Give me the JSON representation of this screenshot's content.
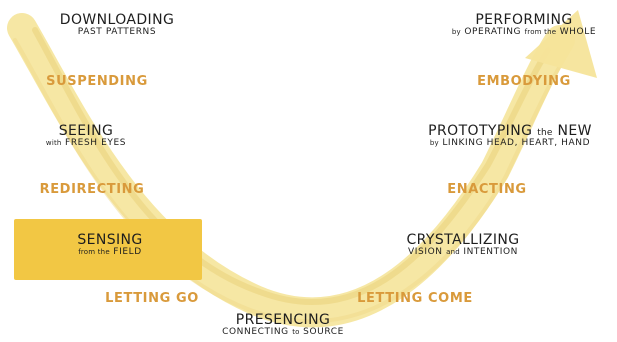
{
  "colors": {
    "arrow": "#f5e49a",
    "arrow_edge": "#e9d27a",
    "highlight": "#f2c744",
    "phase_text": "#d99a3b",
    "main_text": "#1e1e1e"
  },
  "stages": {
    "downloading": {
      "title": "DOWNLOADING",
      "subtitle": "PAST PATTERNS"
    },
    "seeing": {
      "title": "SEEING",
      "subtitle_small": "with",
      "subtitle": "FRESH EYES"
    },
    "sensing": {
      "title": "SENSING",
      "subtitle_small_1": "from the",
      "subtitle": "FIELD"
    },
    "presencing": {
      "title": "PRESENCING",
      "subtitle_1": "CONNECTING",
      "subtitle_small": "to",
      "subtitle_2": "SOURCE"
    },
    "crystallizing": {
      "title": "CRYSTALLIZING",
      "subtitle_1": "VISION",
      "subtitle_small": "and",
      "subtitle_2": "INTENTION"
    },
    "prototyping": {
      "title_1": "PROTOTYPING",
      "title_small": "the",
      "title_2": "NEW",
      "subtitle_small": "by",
      "subtitle": "LINKING HEAD, HEART, HAND"
    },
    "performing": {
      "title": "PERFORMING",
      "subtitle_small_1": "by",
      "subtitle_1": "OPERATING",
      "subtitle_small_2": "from the",
      "subtitle_2": "WHOLE"
    }
  },
  "phases": {
    "suspending": "SUSPENDING",
    "redirecting": "REDIRECTING",
    "letting_go": "LETTING GO",
    "letting_come": "LETTING COME",
    "enacting": "ENACTING",
    "embodying": "EMBODYING"
  }
}
